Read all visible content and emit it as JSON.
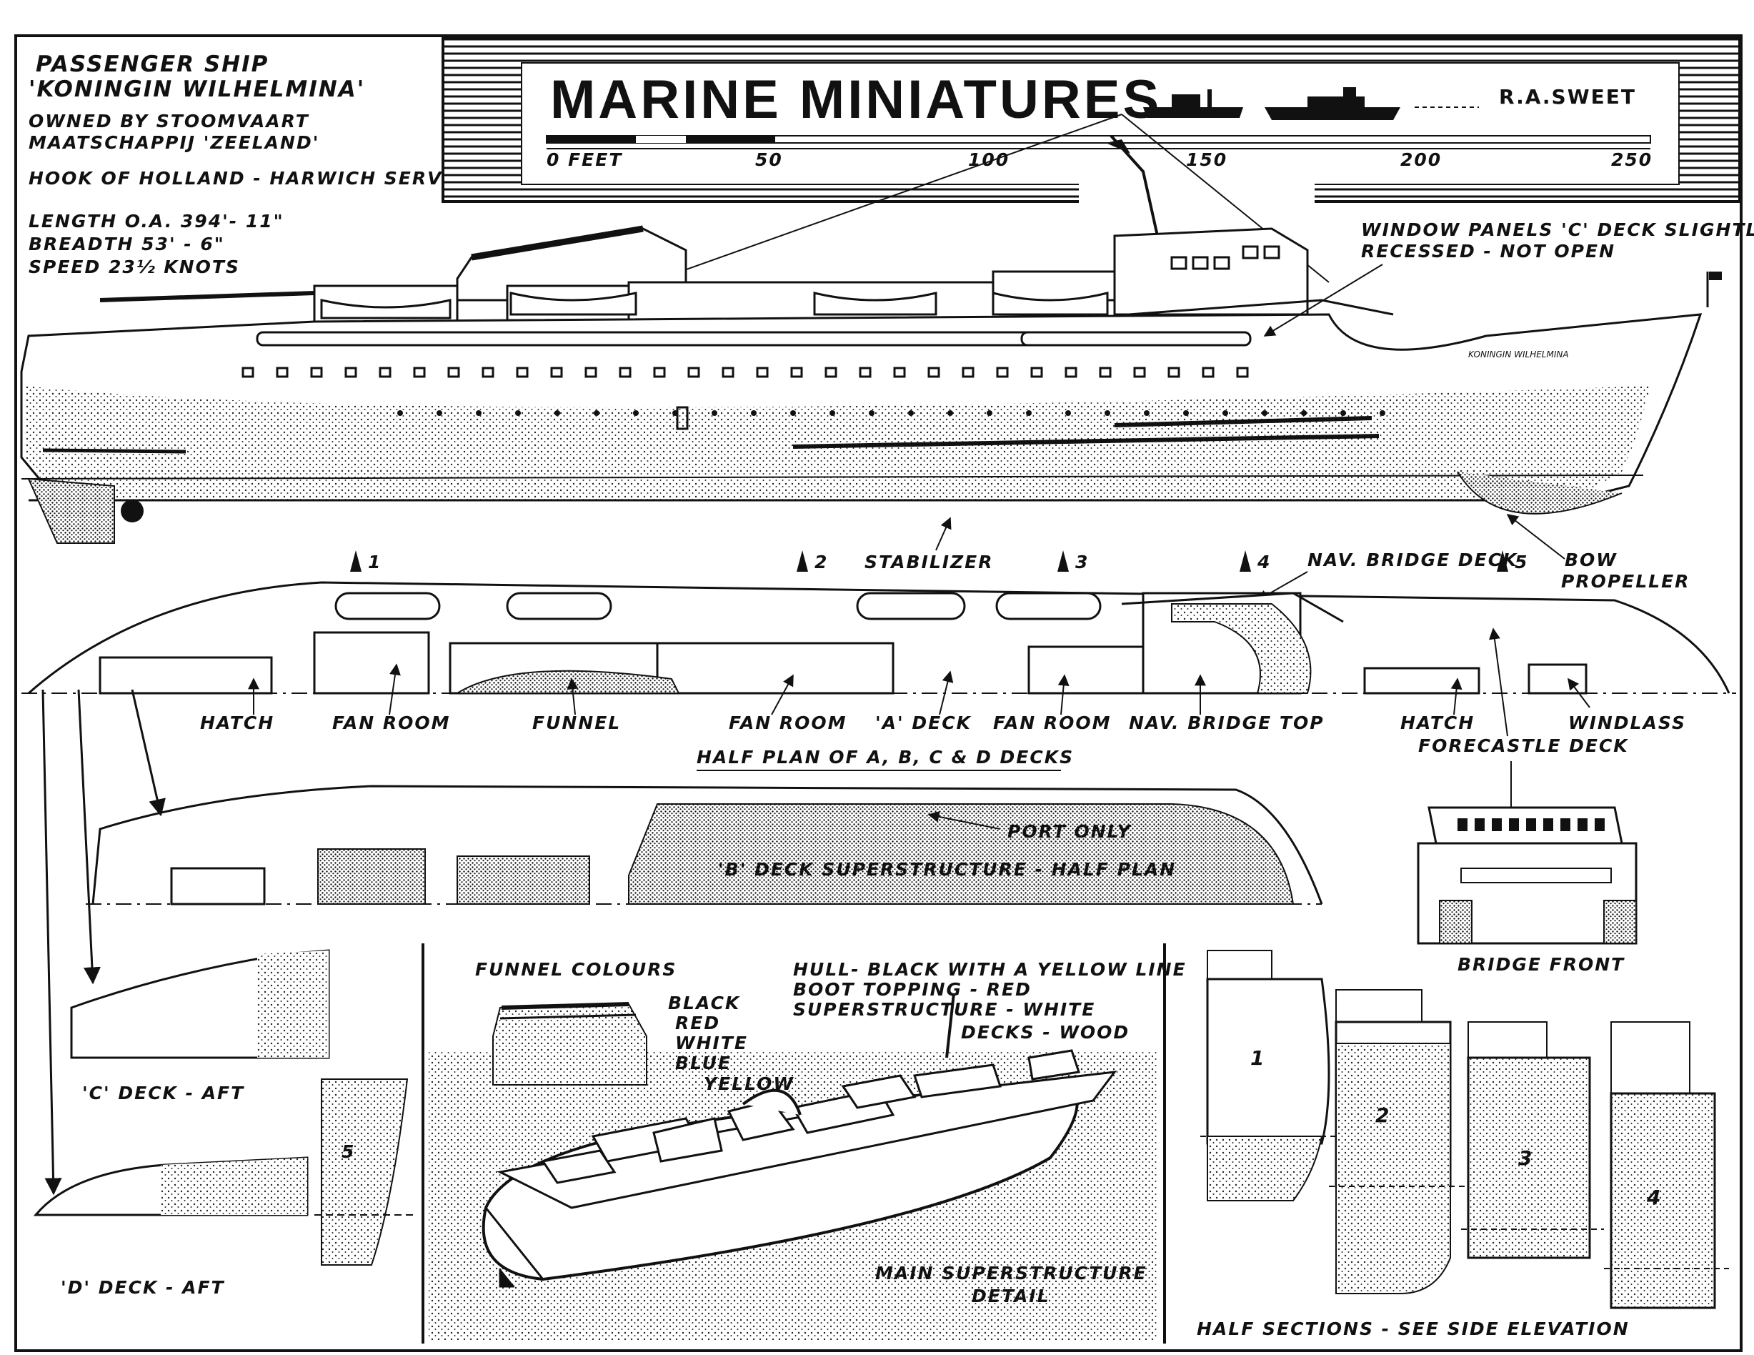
{
  "header": {
    "ship_title_1": "PASSENGER SHIP",
    "ship_title_2": "'KONINGIN WILHELMINA'",
    "owner_1": "OWNED BY STOOMVAART",
    "owner_2": "MAATSCHAPPIJ 'ZEELAND'",
    "service": "HOOK OF HOLLAND - HARWICH SERVICE",
    "length": "LENGTH O.A. 394'- 11\"",
    "breadth": "BREADTH 53' - 6\"",
    "speed": "SPEED 23½ KNOTS"
  },
  "banner": {
    "title": "MARINE MINIATURES",
    "author": "R.A.SWEET",
    "scale_labels": [
      "0 FEET",
      "50",
      "100",
      "150",
      "200",
      "250"
    ]
  },
  "callouts": {
    "window_panels_1": "WINDOW PANELS 'C' DECK SLIGHTLY",
    "window_panels_2": "RECESSED - NOT OPEN",
    "stabilizer": "STABILIZER",
    "nav_bridge_deck": "NAV. BRIDGE DECK",
    "bow_propeller_1": "BOW",
    "bow_propeller_2": "PROPELLER",
    "stations": [
      "1",
      "2",
      "3",
      "4",
      "5"
    ],
    "hull_name": "KONINGIN WILHELMINA"
  },
  "half_plan": {
    "hatch_aft": "HATCH",
    "fan_room_1": "FAN ROOM",
    "funnel": "FUNNEL",
    "fan_room_2": "FAN ROOM",
    "a_deck": "'A' DECK",
    "fan_room_3": "FAN ROOM",
    "nav_bridge_top": "NAV. BRIDGE TOP",
    "hatch_fwd": "HATCH",
    "windlass": "WINDLASS",
    "forecastle_deck": "FORECASTLE DECK",
    "caption": "HALF PLAN OF A, B, C & D DECKS"
  },
  "b_deck": {
    "port_only": "PORT ONLY",
    "caption": "'B' DECK SUPERSTRUCTURE - HALF PLAN"
  },
  "bridge_front": {
    "caption": "BRIDGE FRONT"
  },
  "aft_details": {
    "c_deck_aft": "'C' DECK - AFT",
    "d_deck_aft": "'D' DECK - AFT",
    "section_5": "5"
  },
  "funnel_colours": {
    "title": "FUNNEL COLOURS",
    "bands": [
      "BLACK",
      "RED",
      "WHITE",
      "BLUE",
      "YELLOW"
    ]
  },
  "paint_notes": {
    "hull": "HULL- BLACK WITH A YELLOW LINE",
    "boot": "BOOT TOPPING - RED",
    "superstructure": "SUPERSTRUCTURE - WHITE",
    "decks": "DECKS - WOOD"
  },
  "superstructure_detail": {
    "caption_1": "MAIN SUPERSTRUCTURE",
    "caption_2": "DETAIL"
  },
  "half_sections": {
    "numbers": [
      "1",
      "2",
      "3",
      "4"
    ],
    "caption": "HALF SECTIONS - SEE SIDE ELEVATION"
  }
}
